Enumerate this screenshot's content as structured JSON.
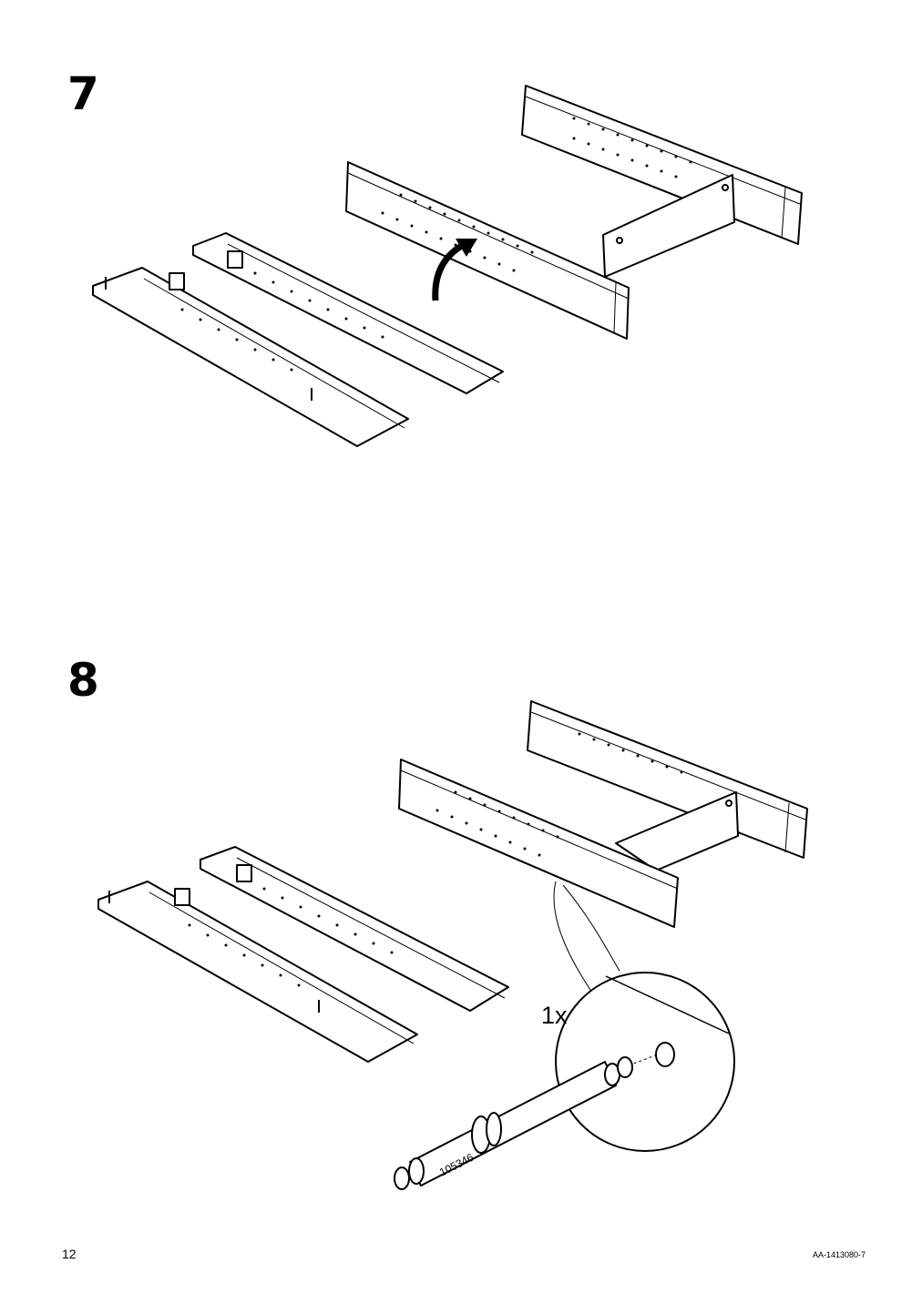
{
  "steps": [
    {
      "number": "7"
    },
    {
      "number": "8"
    }
  ],
  "callout": {
    "quantity": "1x",
    "part_number": "105346"
  },
  "footer": {
    "page_number": "12",
    "document_id": "AA-1413080-7"
  }
}
